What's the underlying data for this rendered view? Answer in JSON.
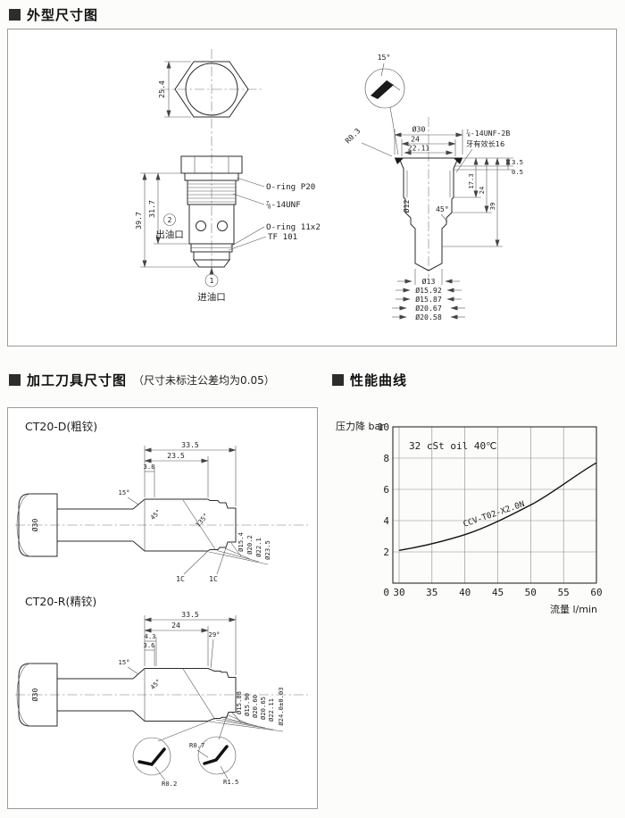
{
  "sections": {
    "outline": {
      "title": "外型尺寸图"
    },
    "tools": {
      "title": "加工刀具尺寸图",
      "note": "（尺寸未标注公差均为0.05）"
    },
    "curve": {
      "title": "性能曲线"
    }
  },
  "outline": {
    "top_view": {
      "across_flats": "25.4"
    },
    "front_view": {
      "len_total": "39.7",
      "len_body": "31.7",
      "port2_num": "2",
      "port2_label": "出油口",
      "port1_num": "1",
      "port1_label": "进油口",
      "oring_top": "O-ring P20",
      "thread": "⅞-14UNF",
      "oring_bottom": "O-ring 11x2",
      "backup_ring": "TF 101"
    },
    "section_view": {
      "chamfer_angle": "15°",
      "corner_radius": "R0.3",
      "dia_top": "Ø30",
      "width_24": "24",
      "width_2211": "22.11",
      "thread_spec": "⅞-14UNF-2B",
      "thread_note": "牙有效长16",
      "depth_35": "3.5",
      "depth_05": "0.5",
      "depth_173": "17.3",
      "depth_24": "24",
      "depth_39": "39",
      "dia_12": "Ø12",
      "seat_angle": "45°",
      "dia_13": "Ø13",
      "dia_1592": "Ø15.92",
      "dia_1587": "Ø15.87",
      "dia_2067": "Ø20.67",
      "dia_2058": "Ø20.58"
    }
  },
  "tools": {
    "ct20d": {
      "name": "CT20-D(粗铰)",
      "shank_dia": "Ø30",
      "len_335": "33.5",
      "len_235": "23.5",
      "len_38": "3.8",
      "ang_15": "15°",
      "ang_45": "45°",
      "ang_135": "135°",
      "dia_154": "Ø15.4",
      "dia_202": "Ø20.2",
      "dia_221": "Ø22.1",
      "dia_235": "Ø23.5",
      "cham_left": "1C",
      "cham_right": "1C"
    },
    "ct20r": {
      "name": "CT20-R(精铰)",
      "shank_dia": "Ø30",
      "len_335": "33.5",
      "len_24": "24",
      "len_43": "4.3",
      "len_36": "3.6",
      "ang_29": "29°",
      "ang_15": "15°",
      "ang_45": "45°",
      "dia_1588": "Ø15.88",
      "dia_1590": "Ø15.90",
      "dia_2060": "Ø20.60",
      "dia_2065": "Ø20.65",
      "dia_2211": "Ø22.11",
      "dia_240": "Ø24.0±0.03",
      "r_02": "R0.2",
      "r_07": "R0.7",
      "r_15": "R1.5"
    }
  },
  "chart": {
    "ylabel": "压力降 bar",
    "xlabel": "流量 l/min",
    "oil_note": "32 cSt oil 40℃",
    "series_label": "CCV-T02-X2.0N"
  },
  "chart_data": {
    "type": "line",
    "title": "性能曲线",
    "xlabel": "流量 l/min",
    "ylabel": "压力降 bar",
    "annotation": "32 cSt oil 40℃",
    "xlim": [
      30,
      60
    ],
    "ylim": [
      0,
      10
    ],
    "xticks": [
      30,
      35,
      40,
      45,
      50,
      55,
      60
    ],
    "yticks": [
      0,
      2,
      4,
      6,
      8,
      10
    ],
    "grid": true,
    "legend_position": "label-on-curve",
    "series": [
      {
        "name": "CCV-T02-X2.0N",
        "x": [
          30,
          35,
          40,
          45,
          50,
          55,
          60
        ],
        "y": [
          2.1,
          2.5,
          3.1,
          3.9,
          5.0,
          6.2,
          7.7
        ]
      }
    ]
  }
}
